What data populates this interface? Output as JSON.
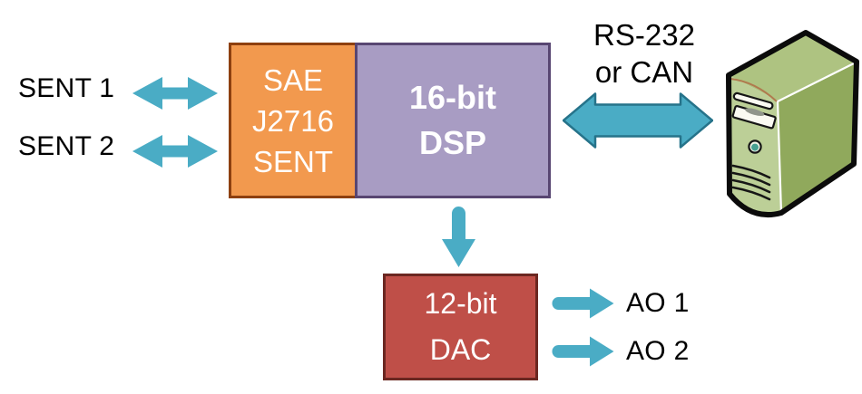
{
  "diagram": {
    "inputs": [
      {
        "label": "SENT 1"
      },
      {
        "label": "SENT 2"
      }
    ],
    "blocks": {
      "sent": {
        "lines": [
          "SAE",
          "J2716",
          "SENT"
        ]
      },
      "dsp": {
        "lines": [
          "16-bit",
          "DSP"
        ]
      },
      "dac": {
        "lines": [
          "12-bit",
          "DAC"
        ]
      }
    },
    "bus": {
      "lines": [
        "RS-232",
        "or CAN"
      ]
    },
    "outputs": [
      {
        "label": "AO 1"
      },
      {
        "label": "AO 2"
      }
    ],
    "icons": {
      "computer": "computer-tower-icon",
      "bidirectional": "double-arrow-icon",
      "down": "down-arrow-icon",
      "right": "right-arrow-icon"
    }
  },
  "colors": {
    "teal": "#4AACC5",
    "teal-dark": "#26738A",
    "orange-fill": "#F2994E",
    "orange-border": "#8E400F",
    "purple-fill": "#A89CC3",
    "purple-border": "#584672",
    "red-fill": "#BF4F48",
    "red-border": "#6B2721",
    "green-front": "#BCCF97",
    "green-top": "#AEC381",
    "green-side": "#90A95C",
    "outline-black": "#0B0B0B",
    "text-black": "#000000",
    "text-white": "#FFFFFF"
  }
}
